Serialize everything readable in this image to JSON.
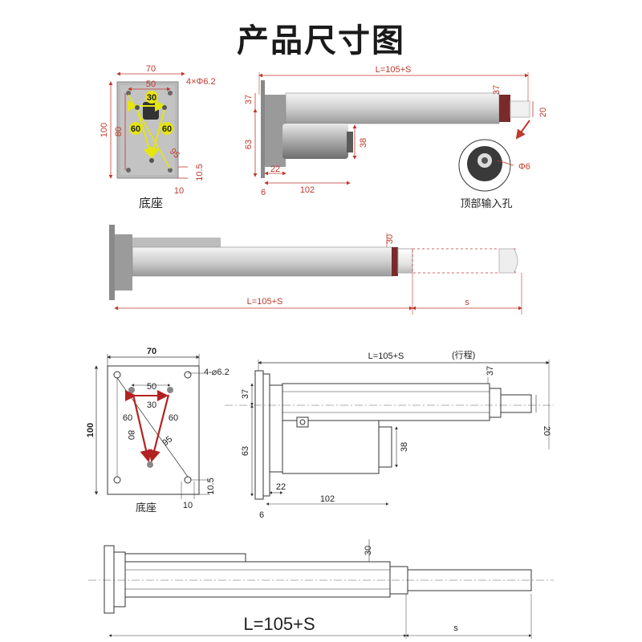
{
  "title": "产品尺寸图",
  "photo": {
    "base": {
      "w70": "70",
      "hole_spec": "4×Φ6.2",
      "w50": "50",
      "w30": "30",
      "h100": "100",
      "h80": "80",
      "s60l": "60",
      "s60r": "60",
      "d95": "95",
      "e10_5": "10.5",
      "e10": "10",
      "caption": "底座"
    },
    "side": {
      "length": "L=105+S",
      "d37_top": "37",
      "d37": "37",
      "d20": "20",
      "d63": "63",
      "d38": "38",
      "d22": "22",
      "d6": "6",
      "d102": "102",
      "hole_dia": "Φ6",
      "hole_caption": "顶部输入孔"
    },
    "long": {
      "d30": "30",
      "length": "L=105+S",
      "stroke": "s"
    }
  },
  "drawing": {
    "base": {
      "w70": "70",
      "hole_spec": "4-⌀6.2",
      "w50": "50",
      "w30": "30",
      "h100": "100",
      "h80": "80",
      "s60l": "60",
      "s60r": "60",
      "d95": "95",
      "e10_5": "10.5",
      "e10": "10",
      "caption": "底座"
    },
    "side": {
      "length": "L=105+S",
      "length_note": "(行程)",
      "d37_top": "37",
      "d37": "37",
      "d20": "20",
      "d63": "63",
      "d38": "38",
      "d22": "22",
      "d102": "102",
      "d6": "6"
    },
    "long": {
      "d30": "30",
      "length": "L=105+S",
      "stroke": "s"
    }
  },
  "colors": {
    "dim_red": "#c0392b",
    "triangle_yellow": "#e5e512",
    "triangle_red": "#b22222",
    "line_dark": "#333333"
  }
}
